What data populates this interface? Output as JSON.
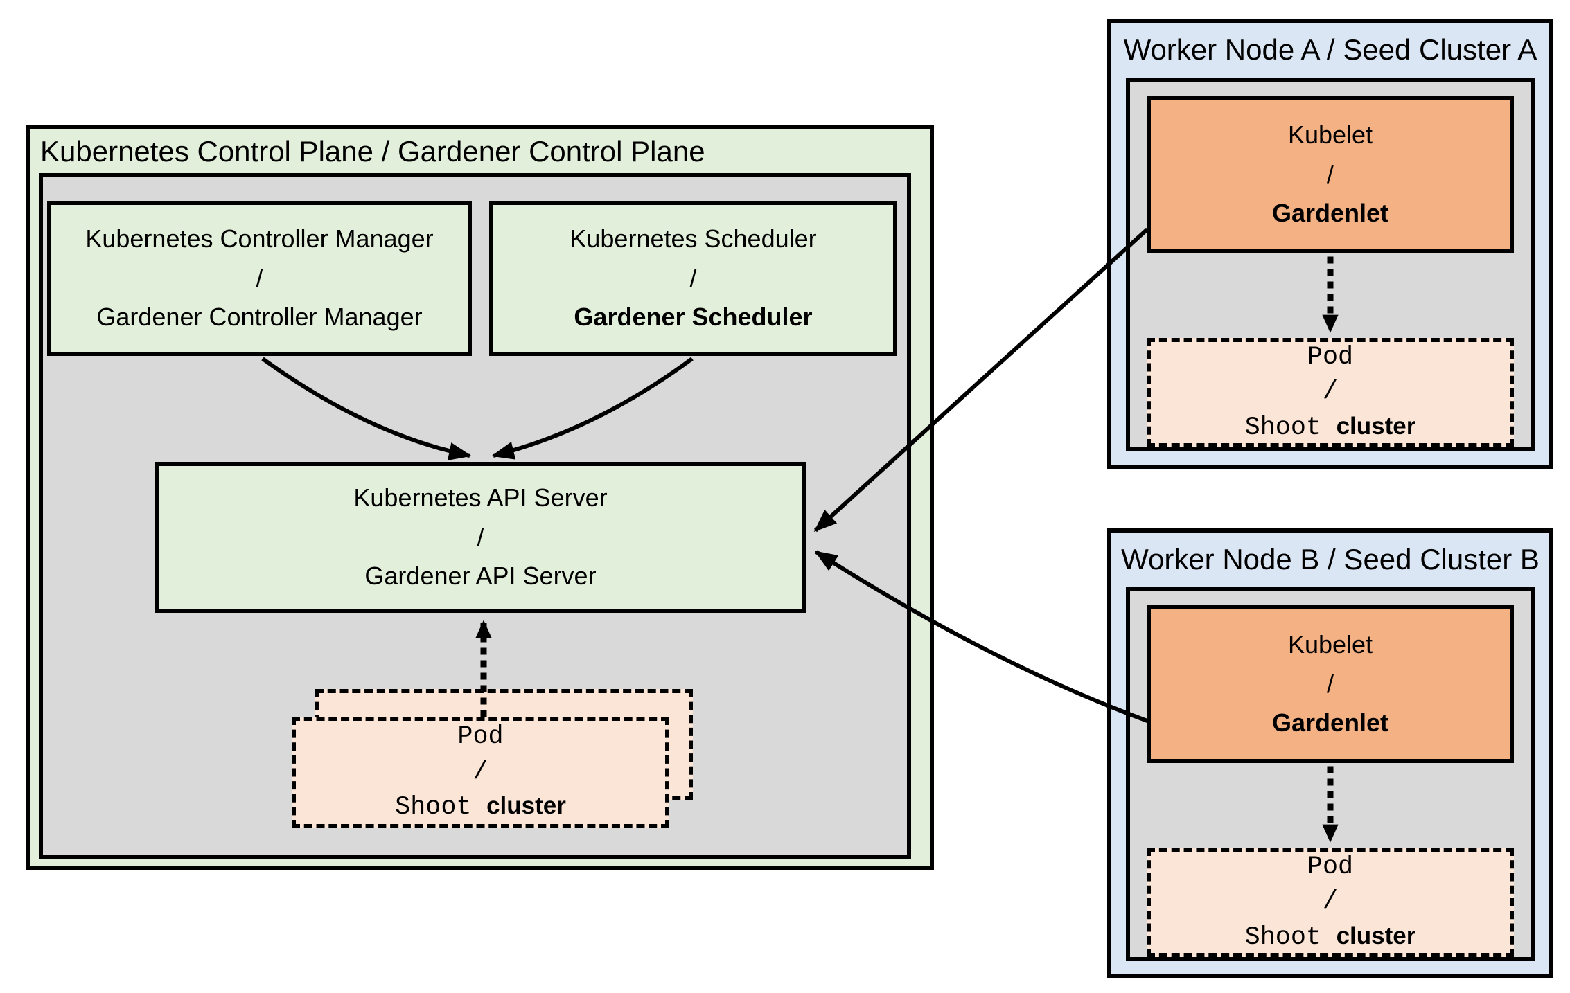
{
  "colors": {
    "green_fill": "#e2efda",
    "gray_fill": "#d9d9d9",
    "blue_fill": "#dae6f3",
    "orange_fill": "#f4b183",
    "peach_fill": "#fbe5d6",
    "stroke": "#000000",
    "page_bg": "#ffffff"
  },
  "control_plane": {
    "title": "Kubernetes Control Plane / Gardener Control Plane",
    "controller_manager": {
      "top": "Kubernetes Controller Manager",
      "separator": "/",
      "bottom": "Gardener Controller Manager"
    },
    "scheduler": {
      "top": "Kubernetes Scheduler",
      "separator": "/",
      "bottom": "Gardener Scheduler"
    },
    "api_server": {
      "top": "Kubernetes API Server",
      "separator": "/",
      "bottom": "Gardener API Server"
    },
    "pod": {
      "top": "Pod",
      "separator": "/",
      "bottom_mono": "Shoot",
      "bottom_sans": "cluster"
    }
  },
  "worker_node_a": {
    "title": "Worker Node A / Seed Cluster A",
    "kubelet": {
      "top": "Kubelet",
      "separator": "/",
      "bottom": "Gardenlet"
    },
    "pod": {
      "top": "Pod",
      "separator": "/",
      "bottom_mono": "Shoot",
      "bottom_sans": "cluster"
    }
  },
  "worker_node_b": {
    "title": "Worker Node B / Seed Cluster B",
    "kubelet": {
      "top": "Kubelet",
      "separator": "/",
      "bottom": "Gardenlet"
    },
    "pod": {
      "top": "Pod",
      "separator": "/",
      "bottom_mono": "Shoot",
      "bottom_sans": "cluster"
    }
  }
}
